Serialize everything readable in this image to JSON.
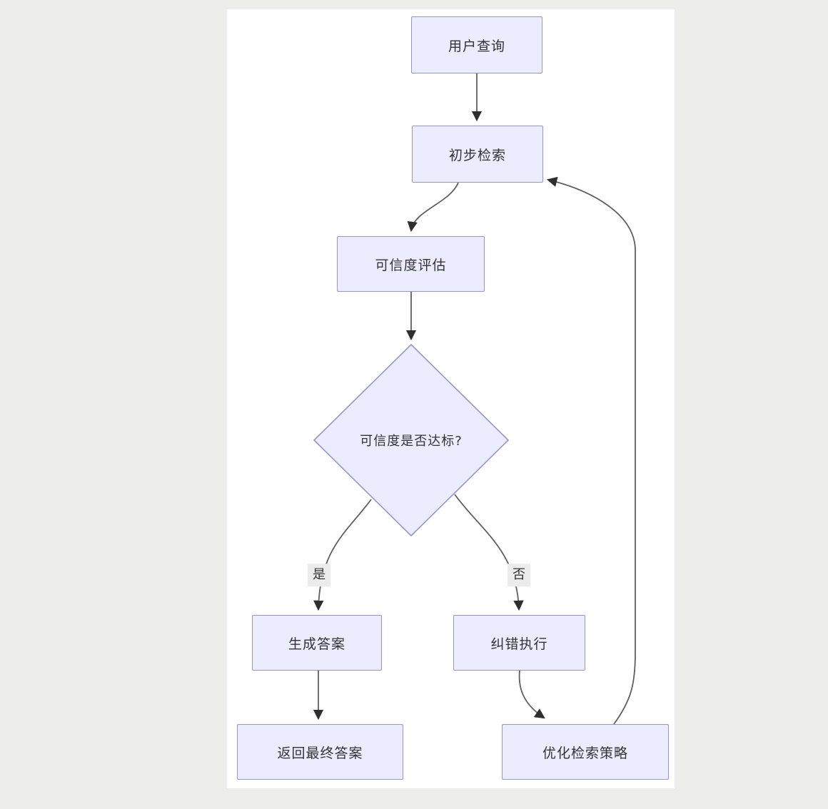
{
  "diagram": {
    "type": "flowchart",
    "direction": "top-down",
    "nodes": [
      {
        "id": "user_query",
        "label": "用户查询",
        "shape": "rect"
      },
      {
        "id": "initial_retrieval",
        "label": "初步检索",
        "shape": "rect"
      },
      {
        "id": "credibility_eval",
        "label": "可信度评估",
        "shape": "rect"
      },
      {
        "id": "credibility_check",
        "label": "可信度是否达标?",
        "shape": "diamond"
      },
      {
        "id": "generate_answer",
        "label": "生成答案",
        "shape": "rect"
      },
      {
        "id": "error_correction",
        "label": "纠错执行",
        "shape": "rect"
      },
      {
        "id": "return_final_answer",
        "label": "返回最终答案",
        "shape": "rect"
      },
      {
        "id": "optimize_retrieval",
        "label": "优化检索策略",
        "shape": "rect"
      }
    ],
    "edges": [
      {
        "from": "user_query",
        "to": "initial_retrieval",
        "label": ""
      },
      {
        "from": "initial_retrieval",
        "to": "credibility_eval",
        "label": ""
      },
      {
        "from": "credibility_eval",
        "to": "credibility_check",
        "label": ""
      },
      {
        "from": "credibility_check",
        "to": "generate_answer",
        "label": "是"
      },
      {
        "from": "credibility_check",
        "to": "error_correction",
        "label": "否"
      },
      {
        "from": "generate_answer",
        "to": "return_final_answer",
        "label": ""
      },
      {
        "from": "error_correction",
        "to": "optimize_retrieval",
        "label": ""
      },
      {
        "from": "optimize_retrieval",
        "to": "initial_retrieval",
        "label": ""
      }
    ],
    "colors": {
      "page_background": "#edeee9",
      "canvas_background": "#ffffff",
      "node_fill": "#ececff",
      "node_border": "#9b94cc",
      "edge_stroke": "#5f5f5f",
      "arrowhead": "#2e2e2e",
      "edge_label_background": "#ececec",
      "text": "#333333"
    }
  }
}
